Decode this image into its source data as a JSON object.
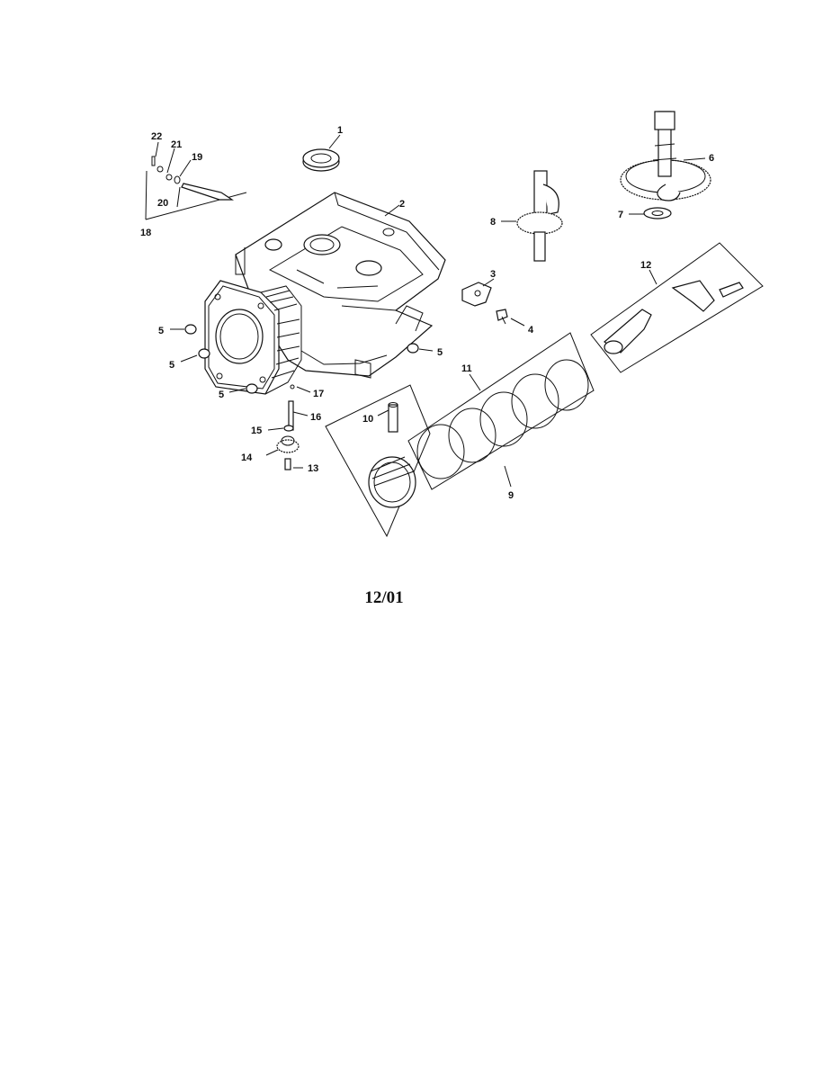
{
  "diagram": {
    "date_code": "12/01",
    "callouts": [
      {
        "id": "c1",
        "label": "1"
      },
      {
        "id": "c2",
        "label": "2"
      },
      {
        "id": "c3",
        "label": "3"
      },
      {
        "id": "c4",
        "label": "4"
      },
      {
        "id": "c5a",
        "label": "5"
      },
      {
        "id": "c5b",
        "label": "5"
      },
      {
        "id": "c5c",
        "label": "5"
      },
      {
        "id": "c5d",
        "label": "5"
      },
      {
        "id": "c6",
        "label": "6"
      },
      {
        "id": "c7",
        "label": "7"
      },
      {
        "id": "c8",
        "label": "8"
      },
      {
        "id": "c9",
        "label": "9"
      },
      {
        "id": "c10",
        "label": "10"
      },
      {
        "id": "c11",
        "label": "11"
      },
      {
        "id": "c12",
        "label": "12"
      },
      {
        "id": "c13",
        "label": "13"
      },
      {
        "id": "c14",
        "label": "14"
      },
      {
        "id": "c15",
        "label": "15"
      },
      {
        "id": "c16",
        "label": "16"
      },
      {
        "id": "c17",
        "label": "17"
      },
      {
        "id": "c18",
        "label": "18"
      },
      {
        "id": "c19",
        "label": "19"
      },
      {
        "id": "c20",
        "label": "20"
      },
      {
        "id": "c21",
        "label": "21"
      },
      {
        "id": "c22",
        "label": "22"
      }
    ]
  }
}
